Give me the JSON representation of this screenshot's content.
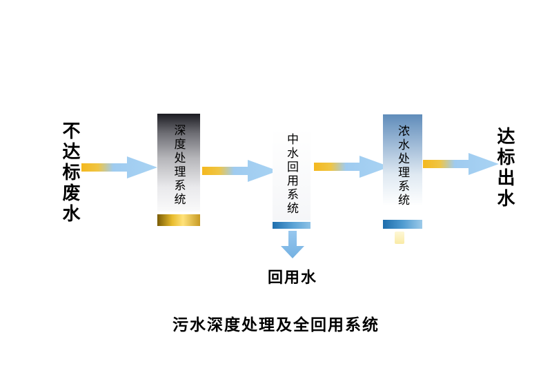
{
  "title": "污水深度处理及全回用系统",
  "flow": {
    "input_label": "不达标废水",
    "stages": [
      {
        "label": "深度处理系统"
      },
      {
        "label": "中水回用系统"
      },
      {
        "label": "浓水处理系统"
      }
    ],
    "output_label": "达标出水",
    "branch_label": "回用水"
  },
  "colors": {
    "arrow_gold": "#f4b81e",
    "arrow_blue": "#9fcbf0",
    "stage1_band_gold": "#e8bc2e",
    "stage2_band_blue": "#2e86c9",
    "stage3_band_blue": "#1d6dab",
    "stage1_body_top": "#1c1c22",
    "stage3_body_top": "#5f8cba"
  }
}
